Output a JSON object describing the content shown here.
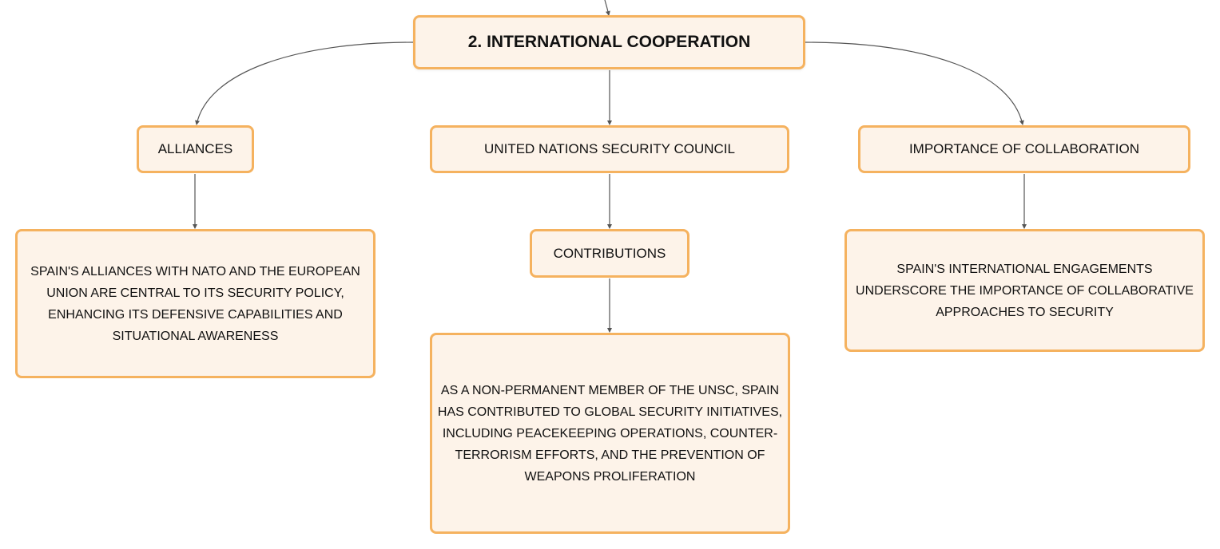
{
  "diagram": {
    "root": {
      "label": "2. INTERNATIONAL COOPERATION"
    },
    "alliances": {
      "label": "ALLIANCES",
      "detail": "SPAIN'S ALLIANCES WITH NATO AND THE EUROPEAN UNION ARE CENTRAL TO ITS SECURITY POLICY, ENHANCING ITS DEFENSIVE CAPABILITIES AND SITUATIONAL AWARENESS"
    },
    "unsc": {
      "label": "UNITED NATIONS SECURITY COUNCIL",
      "contributions": {
        "label": "CONTRIBUTIONS",
        "detail": "AS A NON-PERMANENT MEMBER OF THE UNSC, SPAIN HAS CONTRIBUTED TO GLOBAL SECURITY INITIATIVES, INCLUDING PEACEKEEPING OPERATIONS, COUNTER-TERRORISM EFFORTS, AND THE PREVENTION OF WEAPONS PROLIFERATION"
      }
    },
    "importance": {
      "label": "IMPORTANCE OF COLLABORATION",
      "detail": "SPAIN'S INTERNATIONAL ENGAGEMENTS UNDERSCORE THE IMPORTANCE OF COLLABORATIVE APPROACHES TO SECURITY"
    }
  },
  "colors": {
    "node_fill": "#fdf3e9",
    "node_border": "#f5b25f",
    "connector": "#555555",
    "text": "#111111"
  }
}
